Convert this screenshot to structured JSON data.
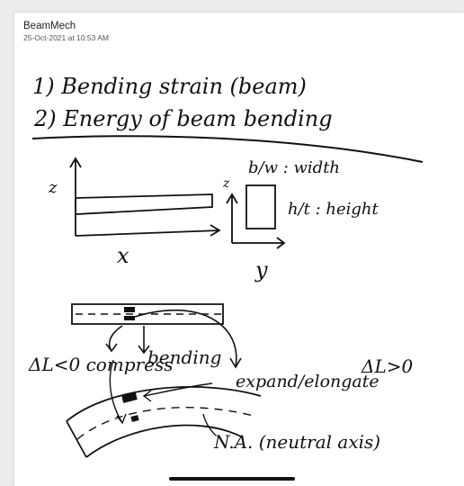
{
  "app": {
    "note_title": "BeamMech",
    "timestamp": "25-Oct-2021 at 10:53 AM"
  },
  "handwritten_notes": {
    "heading_1": "1) Bending strain (beam)",
    "heading_2": "2) Energy of beam bending",
    "axis_z_left": "z",
    "axis_x": "x",
    "axis_z_right": "z",
    "axis_y": "y",
    "width_label": "b/w : width",
    "height_label": "h/t : height",
    "compression_label": "ΔL<0 compress",
    "bending_label": "bending",
    "expand_label": "expand/elongate",
    "delta_positive": "ΔL>0",
    "neutral_axis_label": "N.A. (neutral axis)"
  },
  "colors": {
    "ink": "#111111",
    "background": "#ffffff",
    "frame": "#ececec"
  }
}
